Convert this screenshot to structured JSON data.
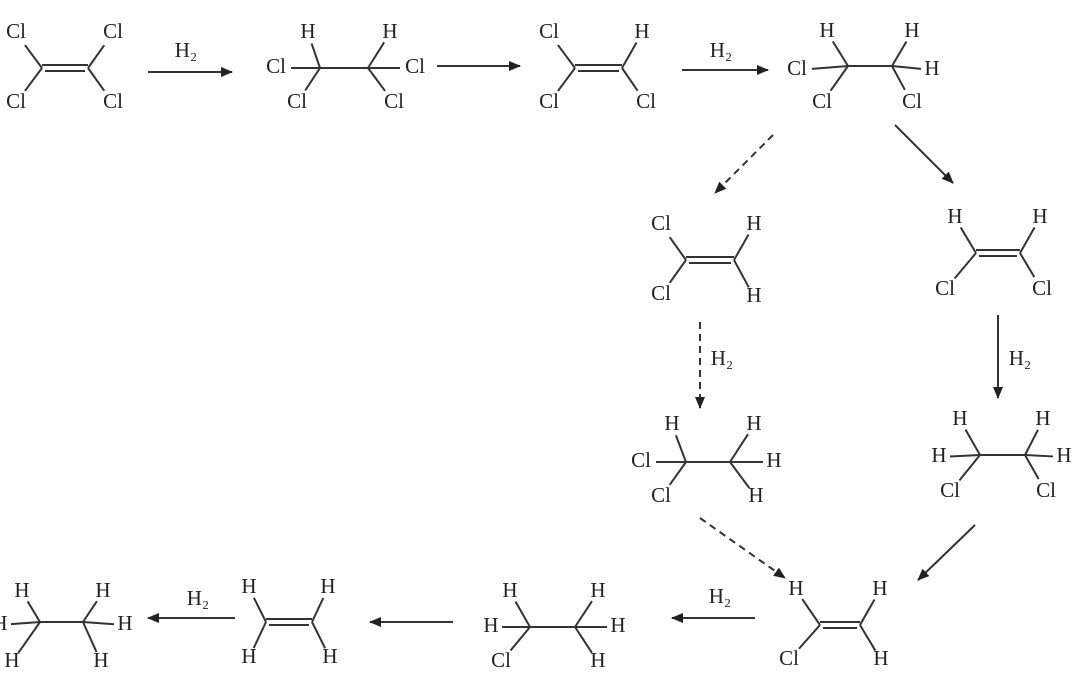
{
  "molecules": [
    {
      "atoms": [
        "Cl",
        "Cl",
        "Cl",
        "Cl"
      ]
    },
    {
      "atoms": [
        "H",
        "H",
        "Cl",
        "Cl",
        "Cl",
        "Cl"
      ]
    },
    {
      "atoms": [
        "Cl",
        "H",
        "Cl",
        "Cl"
      ]
    },
    {
      "atoms": [
        "H",
        "H",
        "Cl",
        "H",
        "Cl",
        "Cl"
      ]
    },
    {
      "atoms": [
        "Cl",
        "H",
        "Cl",
        "H"
      ]
    },
    {
      "atoms": [
        "H",
        "H",
        "Cl",
        "Cl"
      ]
    },
    {
      "atoms": [
        "H",
        "H",
        "Cl",
        "H",
        "Cl",
        "H"
      ]
    },
    {
      "atoms": [
        "H",
        "H",
        "H",
        "H",
        "Cl",
        "Cl"
      ]
    },
    {
      "atoms": [
        "H",
        "H",
        "Cl",
        "H"
      ]
    },
    {
      "atoms": [
        "H",
        "H",
        "H",
        "H",
        "Cl",
        "H"
      ]
    },
    {
      "atoms": [
        "H",
        "H",
        "H",
        "H"
      ]
    },
    {
      "atoms": [
        "H",
        "H",
        "H",
        "H",
        "H",
        "H"
      ]
    }
  ],
  "arrows": [
    {
      "label": "H₂",
      "dashed": false
    },
    {
      "label": "",
      "dashed": false
    },
    {
      "label": "H₂",
      "dashed": false
    },
    {
      "label": "",
      "dashed": true
    },
    {
      "label": "",
      "dashed": false
    },
    {
      "label": "H₂",
      "dashed": true
    },
    {
      "label": "H₂",
      "dashed": false
    },
    {
      "label": "",
      "dashed": true
    },
    {
      "label": "",
      "dashed": false
    },
    {
      "label": "H₂",
      "dashed": false
    },
    {
      "label": "",
      "dashed": false
    },
    {
      "label": "H₂",
      "dashed": false
    }
  ]
}
